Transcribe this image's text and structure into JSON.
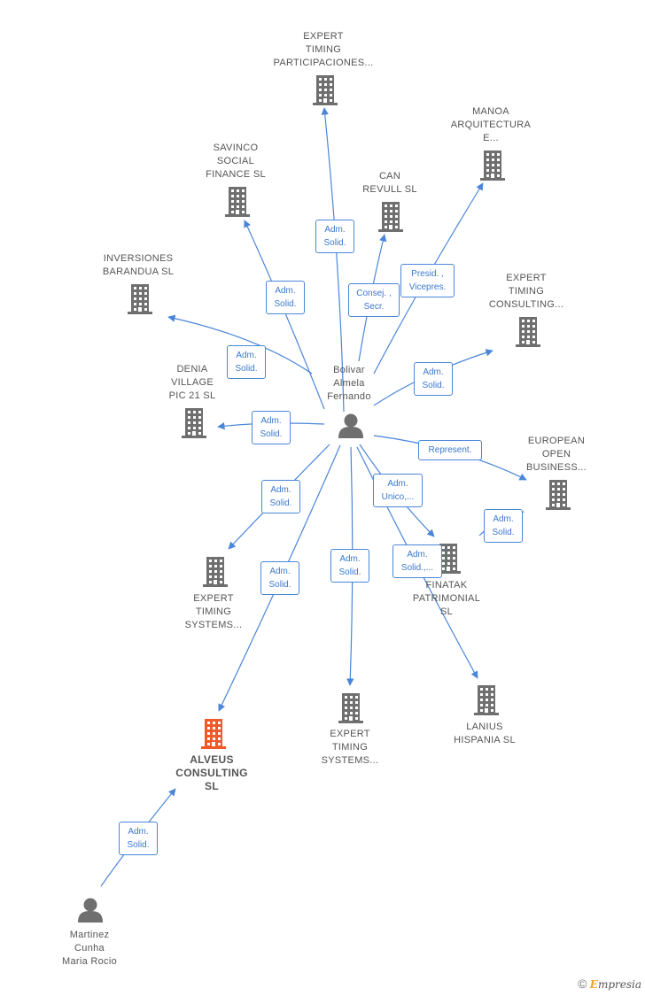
{
  "colors": {
    "edge": "#4a86d8",
    "company": "#6f6f6f",
    "company_highlight": "#f05a28",
    "person": "#6f6f6f"
  },
  "nodes": [
    {
      "id": "expert_timing_participaciones",
      "kind": "company",
      "lines": [
        "EXPERT",
        "TIMING",
        "PARTICIPACIONES..."
      ]
    },
    {
      "id": "manoa",
      "kind": "company",
      "lines": [
        "MANOA",
        "ARQUITECTURA",
        "E..."
      ]
    },
    {
      "id": "savinco",
      "kind": "company",
      "lines": [
        "SAVINCO",
        "SOCIAL",
        "FINANCE  SL"
      ]
    },
    {
      "id": "can_revull",
      "kind": "company",
      "lines": [
        "CAN",
        "REVULL  SL"
      ]
    },
    {
      "id": "inversiones_barandua",
      "kind": "company",
      "lines": [
        "INVERSIONES",
        "BARANDUA  SL"
      ]
    },
    {
      "id": "expert_timing_consulting",
      "kind": "company",
      "lines": [
        "EXPERT",
        "TIMING",
        "CONSULTING..."
      ]
    },
    {
      "id": "denia_village",
      "kind": "company",
      "lines": [
        "DENIA",
        "VILLAGE",
        "PIC 21  SL"
      ]
    },
    {
      "id": "bolivar",
      "kind": "person",
      "lines": [
        "Bolivar",
        "Almela",
        "Fernando"
      ]
    },
    {
      "id": "european_open",
      "kind": "company",
      "lines": [
        "EUROPEAN",
        "OPEN",
        "BUSINESS..."
      ]
    },
    {
      "id": "expert_timing_systems_1",
      "kind": "company",
      "lines": [
        "EXPERT",
        "TIMING",
        "SYSTEMS..."
      ]
    },
    {
      "id": "finatak",
      "kind": "company",
      "lines": [
        "FINATAK",
        "PATRIMONIAL",
        "SL"
      ]
    },
    {
      "id": "alveus",
      "kind": "company_main",
      "lines": [
        "ALVEUS",
        "CONSULTING",
        "SL"
      ]
    },
    {
      "id": "expert_timing_systems_2",
      "kind": "company",
      "lines": [
        "EXPERT",
        "TIMING",
        "SYSTEMS..."
      ]
    },
    {
      "id": "lanius",
      "kind": "company",
      "lines": [
        "LANIUS",
        "HISPANIA  SL"
      ]
    },
    {
      "id": "martinez",
      "kind": "person",
      "lines": [
        "Martinez",
        "Cunha",
        "Maria Rocio"
      ]
    }
  ],
  "roles": [
    {
      "id": "r_participaciones",
      "lines": [
        "Adm.",
        "Solid."
      ]
    },
    {
      "id": "r_manoa",
      "lines": [
        "Presid. ,",
        "Vicepres."
      ]
    },
    {
      "id": "r_savinco",
      "lines": [
        "Adm.",
        "Solid."
      ]
    },
    {
      "id": "r_can_revull",
      "lines": [
        "Consej. ,",
        "Secr."
      ]
    },
    {
      "id": "r_barandua",
      "lines": [
        "Adm.",
        "Solid."
      ]
    },
    {
      "id": "r_consulting",
      "lines": [
        "Adm.",
        "Solid."
      ]
    },
    {
      "id": "r_denia",
      "lines": [
        "Adm.",
        "Solid."
      ]
    },
    {
      "id": "r_european",
      "lines": [
        "Represent."
      ]
    },
    {
      "id": "r_european2",
      "lines": [
        "Adm.",
        "Solid."
      ]
    },
    {
      "id": "r_systems1",
      "lines": [
        "Adm.",
        "Solid."
      ]
    },
    {
      "id": "r_finatak",
      "lines": [
        "Adm.",
        "Unico,..."
      ]
    },
    {
      "id": "r_lanius",
      "lines": [
        "Adm.",
        "Solid.,..."
      ]
    },
    {
      "id": "r_alveus",
      "lines": [
        "Adm.",
        "Solid."
      ]
    },
    {
      "id": "r_systems2",
      "lines": [
        "Adm.",
        "Solid."
      ]
    },
    {
      "id": "r_martinez",
      "lines": [
        "Adm.",
        "Solid."
      ]
    }
  ],
  "copyright": {
    "symbol": "©",
    "brand_initial": "E",
    "brand_rest": "mpresia"
  }
}
